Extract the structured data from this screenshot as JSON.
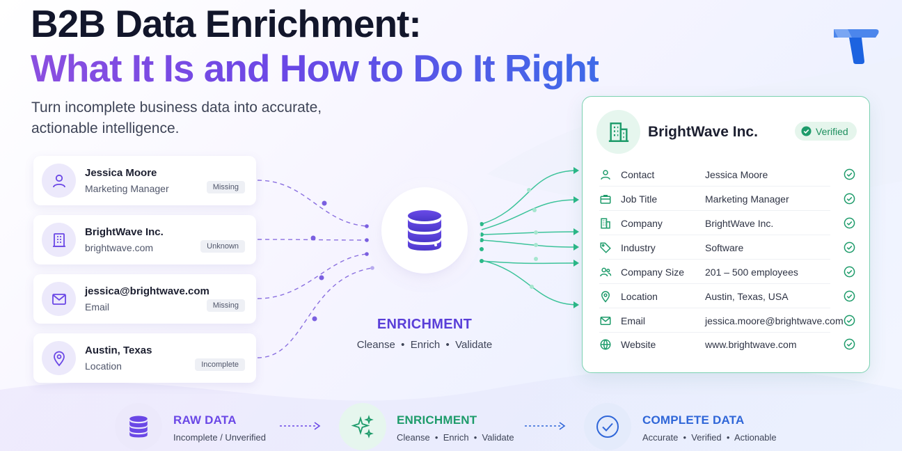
{
  "header": {
    "title_line1": "B2B Data Enrichment:",
    "title_line2": "What It Is and How to Do It Right",
    "subtitle": "Turn incomplete business data into accurate, actionable intelligence."
  },
  "raw_records": [
    {
      "title": "Jessica Moore",
      "sub": "Marketing Manager",
      "badge": "Missing",
      "icon": "user-icon"
    },
    {
      "title": "BrightWave Inc.",
      "sub": "brightwave.com",
      "badge": "Unknown",
      "icon": "building-icon"
    },
    {
      "title": "jessica@brightwave.com",
      "sub": "Email",
      "badge": "Missing",
      "icon": "mail-icon"
    },
    {
      "title": "Austin, Texas",
      "sub": "Location",
      "badge": "Incomplete",
      "icon": "location-pin-icon"
    }
  ],
  "hub": {
    "label": "ENRICHMENT",
    "steps": "Cleanse  •  Enrich  •  Validate",
    "icon": "database-icon"
  },
  "profile": {
    "company": "BrightWave Inc.",
    "status": "Verified",
    "fields": [
      {
        "label": "Contact",
        "value": "Jessica Moore",
        "icon": "user-icon"
      },
      {
        "label": "Job Title",
        "value": "Marketing Manager",
        "icon": "briefcase-icon"
      },
      {
        "label": "Company",
        "value": "BrightWave Inc.",
        "icon": "building-icon"
      },
      {
        "label": "Industry",
        "value": "Software",
        "icon": "tag-icon"
      },
      {
        "label": "Company Size",
        "value": "201 – 500 employees",
        "icon": "people-icon"
      },
      {
        "label": "Location",
        "value": "Austin, Texas, USA",
        "icon": "location-pin-icon"
      },
      {
        "label": "Email",
        "value": "jessica.moore@brightwave.com",
        "icon": "mail-icon"
      },
      {
        "label": "Website",
        "value": "www.brightwave.com",
        "icon": "globe-icon"
      }
    ]
  },
  "process": [
    {
      "title": "RAW DATA",
      "sub": "Incomplete / Unverified",
      "icon": "database-icon"
    },
    {
      "title": "ENRICHMENT",
      "sub": "Cleanse  •  Enrich  •  Validate",
      "icon": "sparkle-icon"
    },
    {
      "title": "COMPLETE DATA",
      "sub": "Accurate  •  Verified  •  Actionable",
      "icon": "check-circle-icon"
    }
  ],
  "colors": {
    "purple": "#6a47e6",
    "green": "#1d9b6a",
    "blue": "#2f66d8",
    "flow_purple": "#8a6fe0",
    "flow_green": "#3cc39a"
  }
}
